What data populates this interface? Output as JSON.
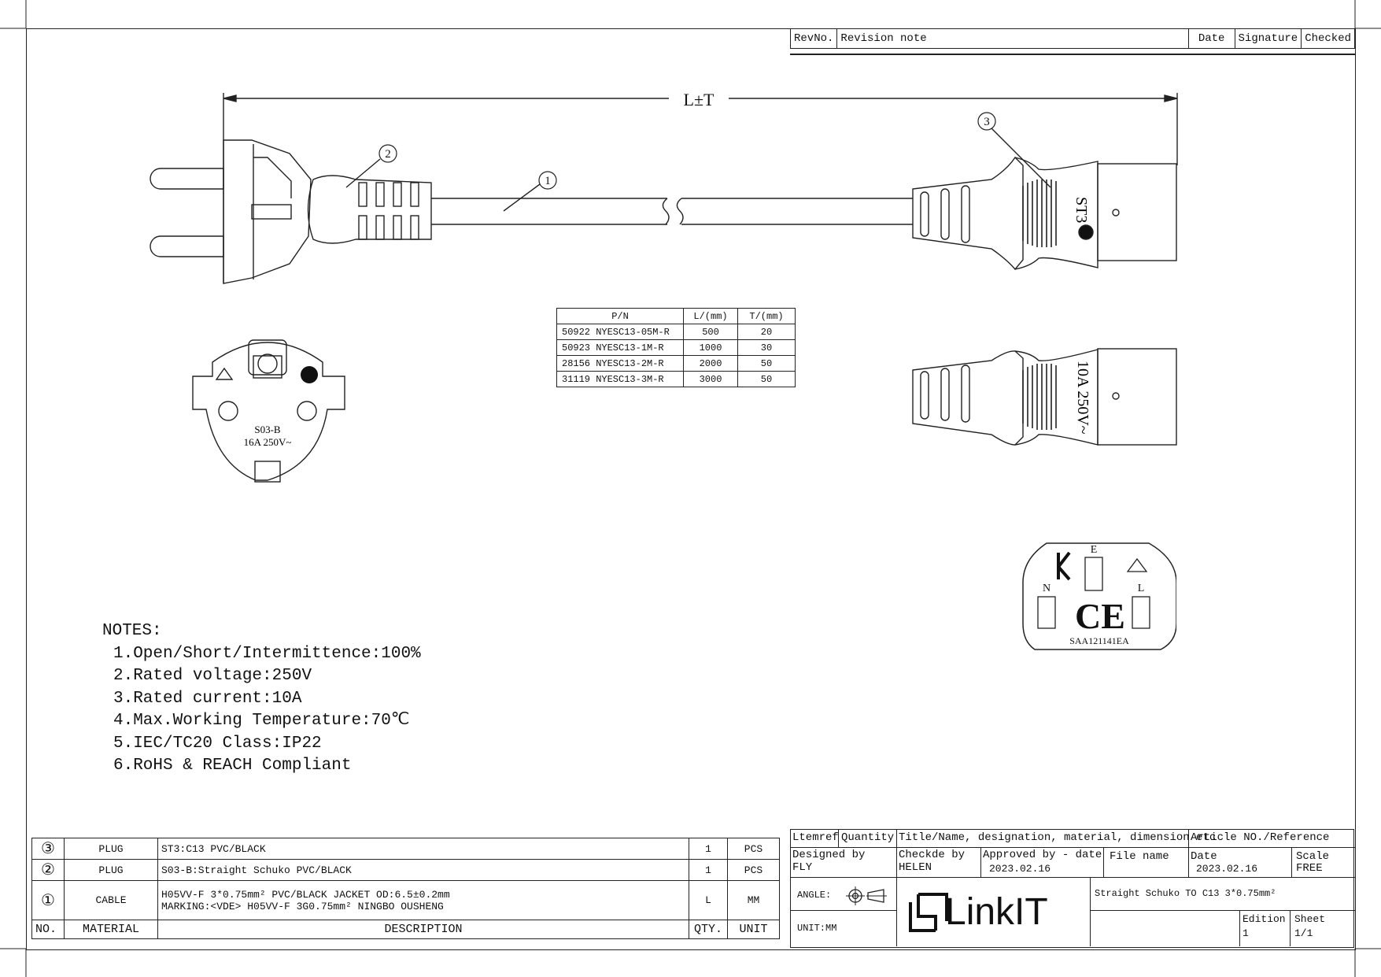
{
  "revision_header": {
    "rev_no": "RevNo.",
    "note": "Revision note",
    "date": "Date",
    "signature": "Signature",
    "checked": "Checked"
  },
  "dimension_label": "L±T",
  "balloons": [
    "①",
    "②",
    "③"
  ],
  "plug_face": {
    "model": "S03-B",
    "rating": "16A 250V~"
  },
  "connector": {
    "marking": "ST3",
    "side_rating": "10A 250V~"
  },
  "c13_face": {
    "earth": "E",
    "neutral": "N",
    "live": "L",
    "cert": "SAA121141EA",
    "ce": "CE"
  },
  "pn_table": {
    "headers": [
      "P/N",
      "L/(mm)",
      "T/(mm)"
    ],
    "rows": [
      [
        "50922 NYESC13-05M-R",
        "500",
        "20"
      ],
      [
        "50923 NYESC13-1M-R",
        "1000",
        "30"
      ],
      [
        "28156 NYESC13-2M-R",
        "2000",
        "50"
      ],
      [
        "31119 NYESC13-3M-R",
        "3000",
        "50"
      ]
    ]
  },
  "notes": {
    "title": "NOTES:",
    "items": [
      "1.Open/Short/Intermittence:100%",
      "2.Rated voltage:250V",
      "3.Rated current:10A",
      "4.Max.Working Temperature:70℃",
      "5.IEC/TC20 Class:IP22",
      "6.RoHS & REACH Compliant"
    ]
  },
  "bom": {
    "rows": [
      {
        "no": "③",
        "material": "PLUG",
        "description": "ST3:C13 PVC/BLACK",
        "qty": "1",
        "unit": "PCS"
      },
      {
        "no": "②",
        "material": "PLUG",
        "description": "S03-B:Straight Schuko PVC/BLACK",
        "qty": "1",
        "unit": "PCS"
      },
      {
        "no": "①",
        "material": "CABLE",
        "description": "H05VV-F 3*0.75mm² PVC/BLACK JACKET OD:6.5±0.2mm",
        "description2": "MARKING:<VDE> H05VV-F 3G0.75mm² NINGBO OUSHENG",
        "qty": "L",
        "unit": "MM"
      }
    ],
    "header": {
      "no": "NO.",
      "material": "MATERIAL",
      "description": "DESCRIPTION",
      "qty": "QTY.",
      "unit": "UNIT"
    }
  },
  "title_block": {
    "ltemref": "Ltemref",
    "quantity": "Quantity",
    "title_header": "Title/Name, designation, material, dimension etc",
    "article_header": "Article NO./Reference",
    "designed_by_label": "Designed by",
    "designed_by": "FLY",
    "checked_by_label": "Checkde by",
    "checked_by": "HELEN",
    "approved_label": "Approved by - date",
    "approved_date": "2023.02.16",
    "file_name_label": "File name",
    "date_label": "Date",
    "date": "2023.02.16",
    "scale_label": "Scale",
    "scale": "FREE",
    "angle_label": "ANGLE:",
    "unit_label": "UNIT:MM",
    "logo": "LinkIT",
    "title": "Straight Schuko TO C13 3*0.75mm²",
    "edition_label": "Edition",
    "edition": "1",
    "sheet_label": "Sheet",
    "sheet": "1/1"
  },
  "colors": {
    "line": "#222222",
    "fill_dark": "#111111"
  }
}
